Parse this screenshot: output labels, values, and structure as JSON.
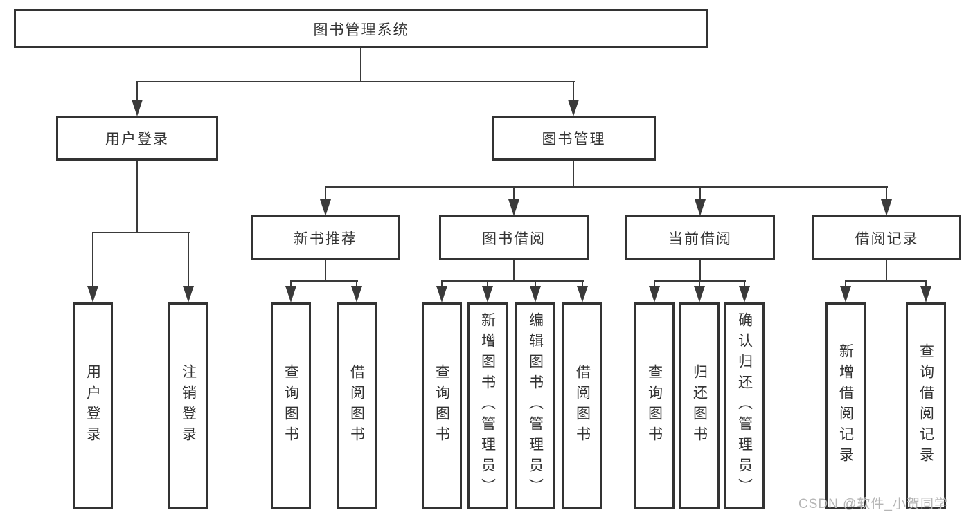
{
  "tree": {
    "root": {
      "label": "图书管理系统"
    },
    "branches": [
      {
        "label": "用户登录",
        "children": [
          {
            "label": "用户登录"
          },
          {
            "label": "注销登录"
          }
        ]
      },
      {
        "label": "图书管理",
        "children": [
          {
            "label": "新书推荐",
            "children": [
              {
                "label": "查询图书"
              },
              {
                "label": "借阅图书"
              }
            ]
          },
          {
            "label": "图书借阅",
            "children": [
              {
                "label": "查询图书"
              },
              {
                "label": "新增图书（管理员）"
              },
              {
                "label": "编辑图书（管理员）"
              },
              {
                "label": "借阅图书"
              }
            ]
          },
          {
            "label": "当前借阅",
            "children": [
              {
                "label": "查询图书"
              },
              {
                "label": "归还图书"
              },
              {
                "label": "确认归还（管理员）"
              }
            ]
          },
          {
            "label": "借阅记录",
            "children": [
              {
                "label": "新增借阅记录"
              },
              {
                "label": "查询借阅记录"
              }
            ]
          }
        ]
      }
    ]
  },
  "watermark": {
    "text": "CSDN @软件_小贺同学"
  },
  "colors": {
    "line": "#3a3a3a",
    "box_border": "#333333",
    "box_bg": "#ffffff",
    "text": "#333333",
    "watermark": "#b5b5b5",
    "background": "#ffffff"
  }
}
